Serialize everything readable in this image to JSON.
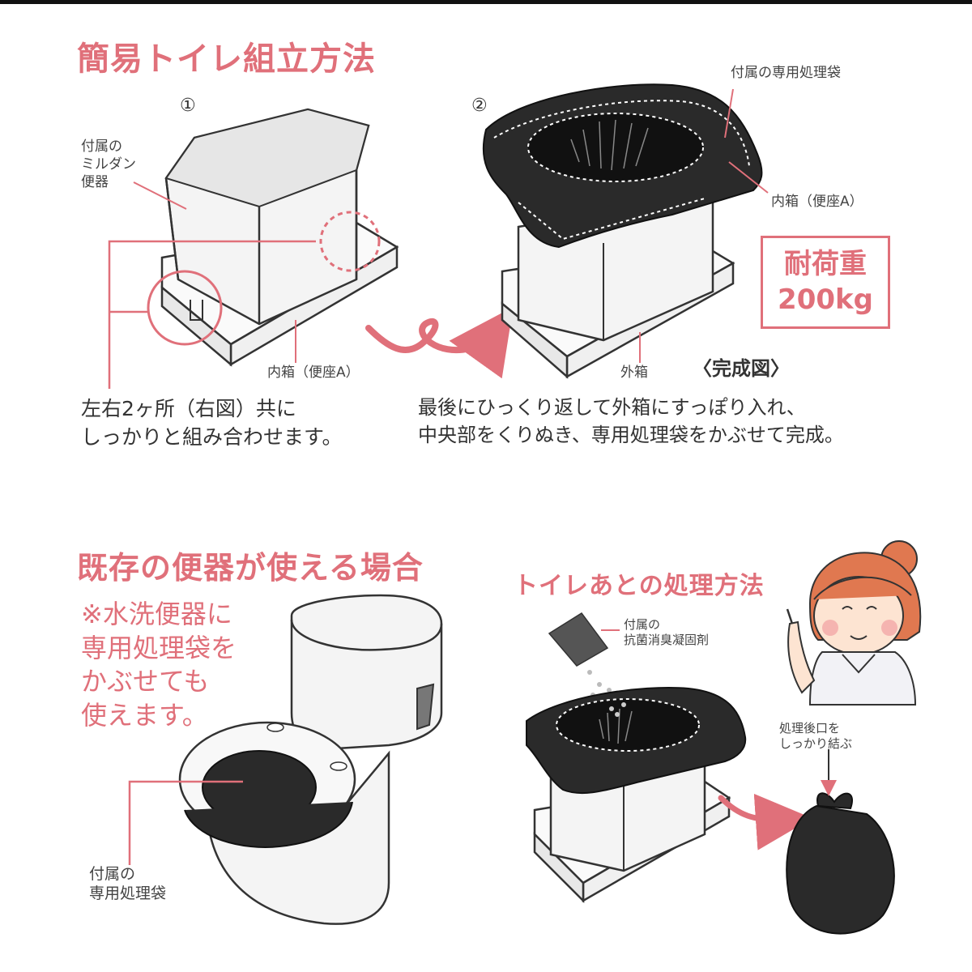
{
  "section1": {
    "title": "簡易トイレ組立方法",
    "step1_num": "①",
    "step2_num": "②",
    "label_milldan": "付属の\nミルダン\n便器",
    "label_inner1": "内箱（便座A）",
    "label_bag_top": "付属の専用処理袋",
    "label_inner2": "内箱（便座A）",
    "label_outer": "外箱",
    "label_complete": "〈完成図〉",
    "load_label": "耐荷重",
    "load_value": "200kg",
    "instruction_left": "左右2ヶ所（右図）共に\nしっかりと組み合わせます。",
    "instruction_right": "最後にひっくり返して外箱にすっぽり入れ、\n中央部をくりぬき、専用処理袋をかぶせて完成。"
  },
  "section2": {
    "title": "既存の便器が使える場合",
    "note": "※水洗便器に\n専用処理袋を\nかぶせても\n使えます。",
    "label_bag": "付属の\n専用処理袋"
  },
  "section3": {
    "title": "トイレあとの処理方法",
    "label_agent": "付属の\n抗菌消臭凝固剤",
    "label_tie": "処理後口を\nしっかり結ぶ"
  },
  "colors": {
    "accent": "#e0707a",
    "bag": "#2a2a2a"
  }
}
